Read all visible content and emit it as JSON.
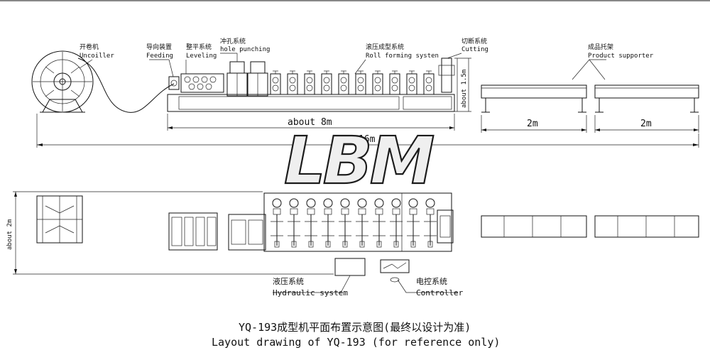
{
  "top_view": {
    "uncoiller": {
      "zh": "开卷机",
      "en": "Uncoiller"
    },
    "feeding": {
      "zh": "导向装置",
      "en": "Feeding"
    },
    "leveling": {
      "zh": "整平系统",
      "en": "Leveling"
    },
    "punching": {
      "zh": "冲孔系统",
      "en": "hole punching"
    },
    "forming": {
      "zh": "滚压成型系统",
      "en": "Roll forming systen"
    },
    "cutting": {
      "zh": "切断系统",
      "en": "Cutting"
    },
    "supporter": {
      "zh": "成品托架",
      "en": "Product supporter"
    },
    "dims": {
      "machine_length": "about 8m",
      "total_length": "16m",
      "height": "about 1.5m",
      "supporter1": "2m",
      "supporter2": "2m"
    }
  },
  "plan_view": {
    "width": "about 2m",
    "hydraulic": {
      "zh": "液压系统",
      "en": "Hydraulic system"
    },
    "controller": {
      "zh": "电控系统",
      "en": "Controller"
    }
  },
  "watermark": "LBM",
  "title": {
    "zh": "YQ-193成型机平面布置示意图(最终以设计为准)",
    "en": "Layout drawing of YQ-193 (for reference only)"
  }
}
